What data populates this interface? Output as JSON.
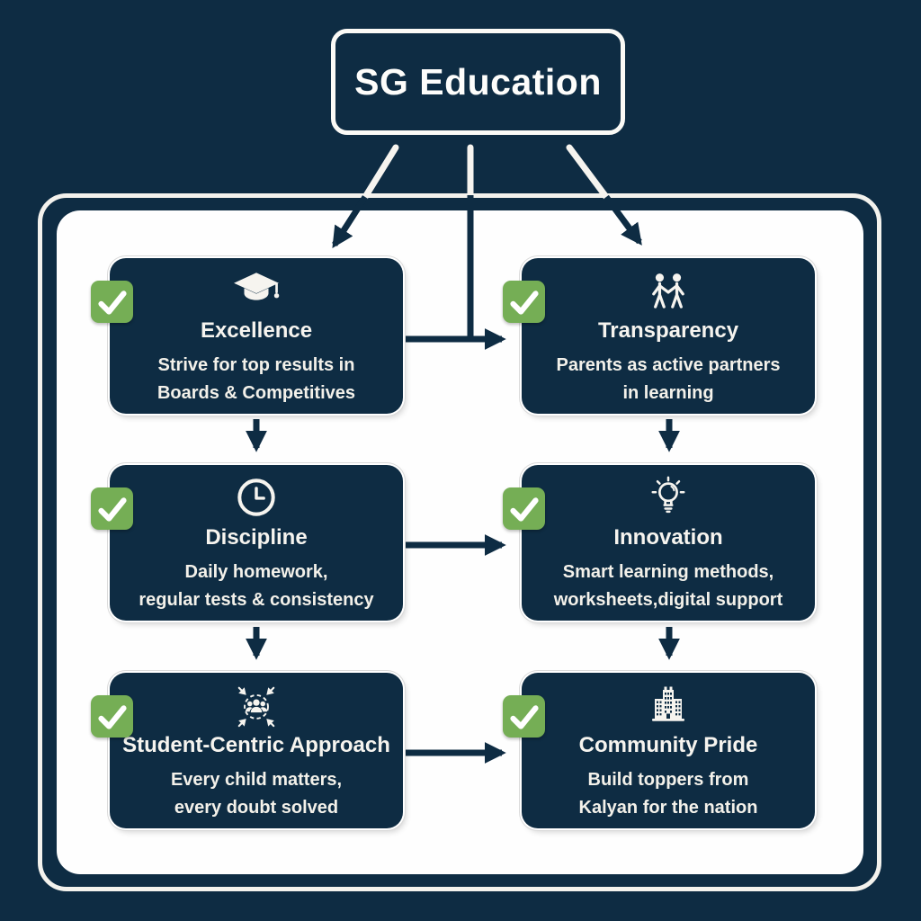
{
  "colors": {
    "background_navy": "#0e2c43",
    "panel_white": "#fefefe",
    "badge_green": "#75ae55",
    "text_white": "#f6f4ef"
  },
  "title": {
    "label": "SG Education"
  },
  "nodes": [
    {
      "title": "Excellence",
      "icon": "graduation-cap-icon",
      "desc": [
        "Strive for top results in",
        "Boards & Competitives"
      ]
    },
    {
      "title": "Transparency",
      "icon": "partnership-people-icon",
      "desc": [
        "Parents as active partners",
        "in learning"
      ]
    },
    {
      "title": "Discipline",
      "icon": "clock-icon",
      "desc": [
        "Daily homework,",
        "regular tests & consistency"
      ]
    },
    {
      "title": "Innovation",
      "icon": "lightbulb-icon",
      "desc": [
        "Smart learning methods,",
        "worksheets,digital support"
      ]
    },
    {
      "title": "Student-Centric Approach",
      "icon": "student-group-icon",
      "desc": [
        "Every child matters,",
        "every doubt solved"
      ]
    },
    {
      "title": "Community Pride",
      "icon": "building-icon",
      "desc": [
        "Build toppers from",
        "Kalyan for the nation"
      ]
    }
  ]
}
